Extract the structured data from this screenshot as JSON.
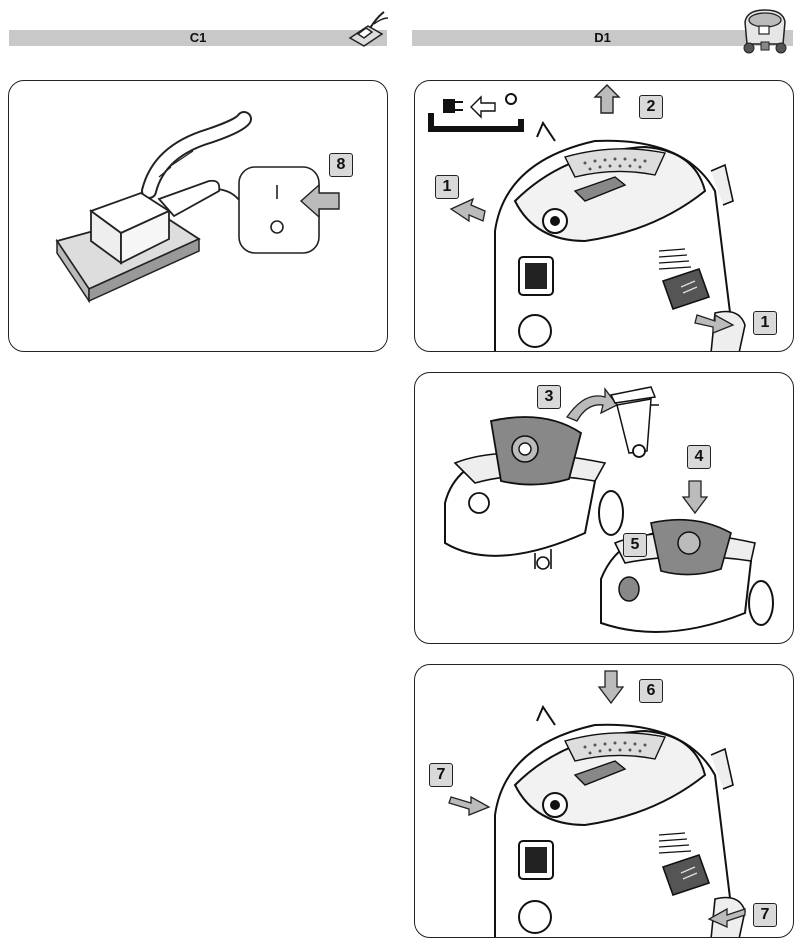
{
  "sections": {
    "c1": {
      "label": "C1",
      "icon": "orbital-sander-icon"
    },
    "d1": {
      "label": "D1",
      "icon": "vacuum-cleaner-icon"
    }
  },
  "panel_c1": {
    "steps": [
      "8"
    ],
    "icons": [
      "sander-with-hose-icon",
      "power-switch-icon",
      "push-arrow-icon"
    ]
  },
  "panel_d1_top": {
    "steps": [
      "1",
      "2",
      "1"
    ],
    "icons": [
      "unplug-power-icon",
      "vacuum-head-icon",
      "release-latch-icon",
      "lift-arrow-icon"
    ]
  },
  "panel_d1_mid": {
    "steps": [
      "3",
      "4",
      "5"
    ],
    "icons": [
      "waste-bin-icon",
      "filter-bag-icon",
      "curved-arrow-icon",
      "down-arrow-icon"
    ]
  },
  "panel_d1_bot": {
    "steps": [
      "6",
      "7",
      "7"
    ],
    "icons": [
      "vacuum-head-icon",
      "lock-latch-icon",
      "down-arrow-icon"
    ]
  }
}
